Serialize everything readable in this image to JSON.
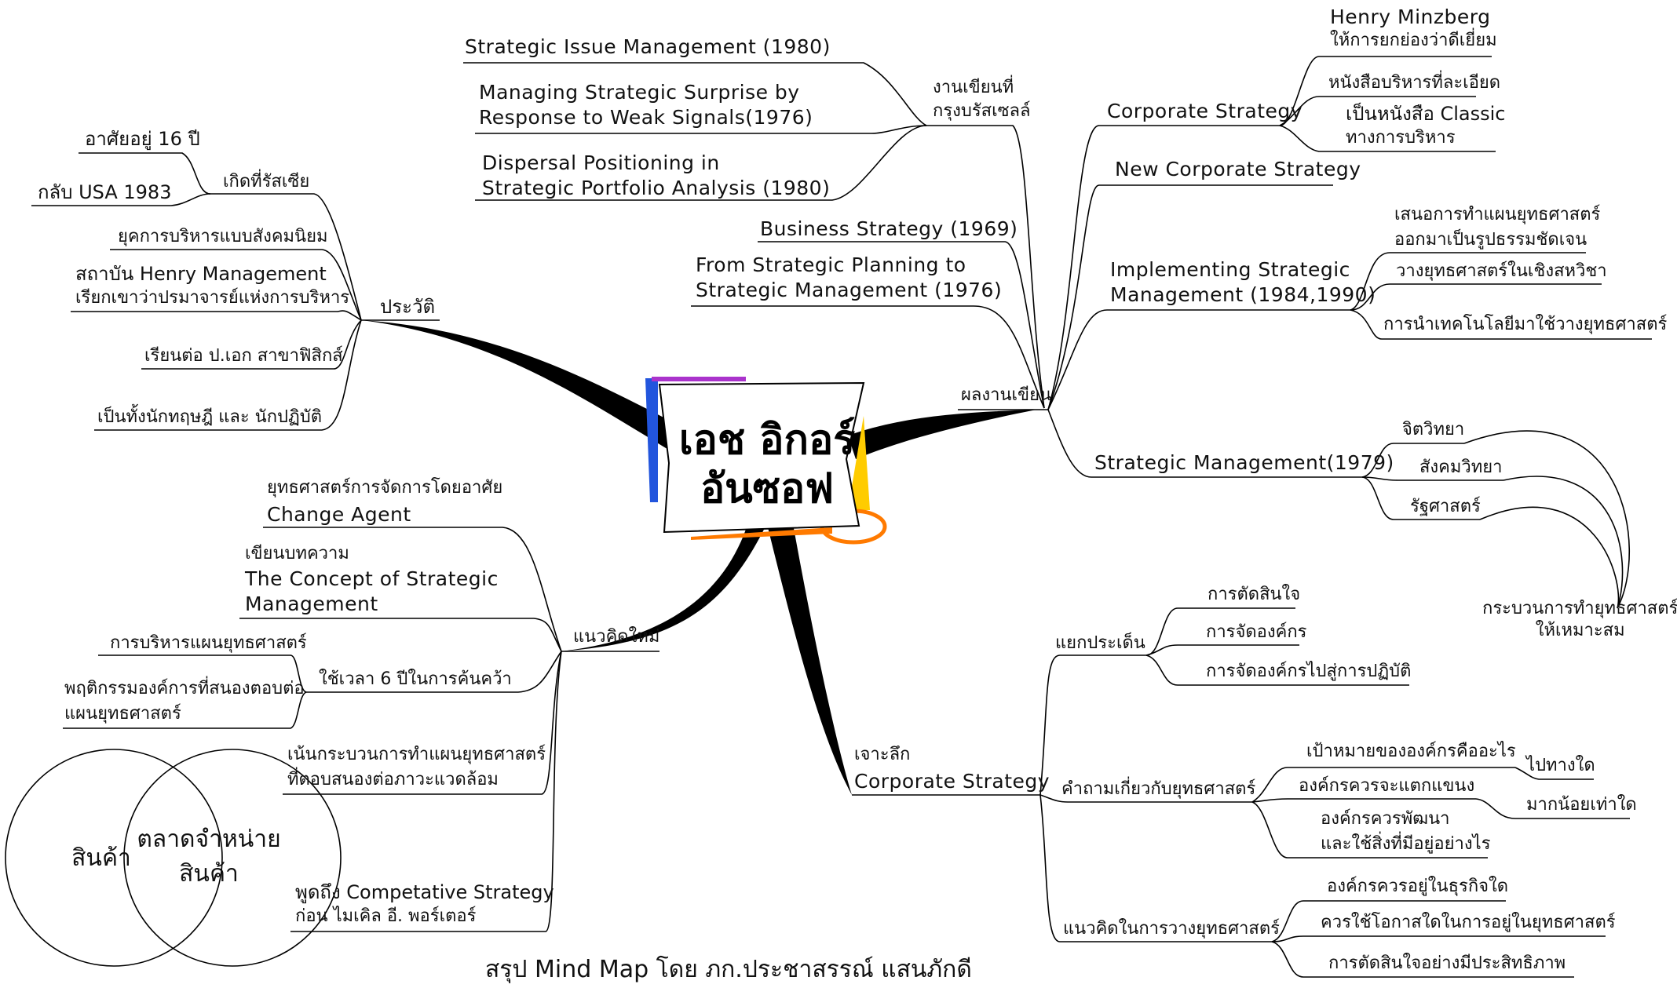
{
  "center": {
    "line1": "เอช อิกอร์",
    "line2": "อันซอฟ"
  },
  "footer": "สรุป Mind Map โดย ภก.ประชาสรรณ์ แสนภักดี",
  "colors": {
    "branch": "#000000",
    "blue": "#2255dd",
    "orange": "#ff7a00",
    "yellow": "#ffcc00",
    "purple": "#aa33cc"
  },
  "history": {
    "root": "ประวัติ",
    "born": "เกิดที่รัสเซีย",
    "lived16": "อาศัยอยู่ 16 ปี",
    "usa": "กลับ USA 1983",
    "era": "ยุคการบริหารแบบสังคมนิยม",
    "inst1": "สถาบัน Henry Management",
    "inst2": "เรียกเขาว่าปรมาจารย์แห่งการบริหาร",
    "phd": "เรียนต่อ ป.เอก สาขาฟิสิกส์",
    "both": "เป็นทั้งนักทฤษฎี และ นักปฏิบัติ"
  },
  "brussels": {
    "root1": "งานเขียนที่",
    "root2": "กรุงบรัสเซลล์",
    "sim": "Strategic Issue Management (1980)",
    "mss1": "Managing Strategic Surprise by",
    "mss2": "Response to Weak Signals(1976)",
    "dp1": "Dispersal Positioning in",
    "dp2": "Strategic Portfolio Analysis (1980)"
  },
  "works": {
    "root": "ผลงานเขียน",
    "bs": "Business Strategy (1969)",
    "fsp1": "From Strategic Planning to",
    "fsp2": "Strategic Management (1976)",
    "cs": "Corporate Strategy",
    "hm1": "Henry Minzberg",
    "hm2": "ให้การยกย่องว่าดีเยี่ยม",
    "detail": "หนังสือบริหารที่ละเอียด",
    "classic1": "เป็นหนังสือ Classic",
    "classic2": "ทางการบริหาร",
    "ncs": "New Corporate Strategy",
    "ism1": "Implementing Strategic",
    "ism2": "Management (1984,1990)",
    "ism_a1": "เสนอการทำแผนยุทธศาสตร์",
    "ism_a2": "ออกมาเป็นรูปธรรมชัดเจน",
    "ism_b": "วางยุทธศาสตร์ในเชิงสหวิชา",
    "ism_c": "การนำเทคโนโลยีมาใช้วางยุทธศาสตร์",
    "sm": "Strategic Management(1979)",
    "psy": "จิตวิทยา",
    "soc": "สังคมวิทยา",
    "pol": "รัฐศาสตร์",
    "proc1": "กระบวนการทำยุทธศาสตร์",
    "proc2": "ให้เหมาะสม"
  },
  "newidea": {
    "root": "แนวคิดใหม่",
    "ca1": "ยุทธศาสตร์การจัดการโดยอาศัย",
    "ca2": "Change Agent",
    "art1": "เขียนบทความ",
    "art2": "The Concept of Strategic",
    "art3": "Management",
    "sixyr": "ใช้เวลา 6 ปีในการค้นคว้า",
    "plan": "การบริหารแผนยุทธศาสตร์",
    "beh1": "พฤติกรรมองค์การที่สนองตอบต่อ",
    "beh2": "แผนยุทธศาสตร์",
    "env1": "เน้นกระบวนการทำแผนยุทธศาสตร์",
    "env2": "ที่ตอบสนองต่อภาวะแวดล้อม",
    "comp1": "พูดถึง Competative Strategy",
    "comp2": "ก่อน ไมเคิล อี. พอร์เตอร์"
  },
  "circles": {
    "left": "สินค้า",
    "right1": "ตลาดจำหน่าย",
    "right2": "สินค้า"
  },
  "deep": {
    "root1": "เจาะลึก",
    "root2": "Corporate Strategy",
    "split": "แยกประเด็น",
    "dec": "การตัดสินใจ",
    "org": "การจัดองค์กร",
    "impl": "การจัดองค์กรไปสู่การปฏิบัติ",
    "q": "คำถามเกี่ยวกับยุทธศาสตร์",
    "goal": "เป้าหมายขององค์กรคืออะไร",
    "where": "ไปทางใด",
    "branch": "องค์กรควรจะแตกแขนง",
    "how_much": "มากน้อยเท่าใด",
    "dev1": "องค์กรควรพัฒนา",
    "dev2": "และใช้สิ่งที่มีอยู่อย่างไร",
    "concept": "แนวคิดในการวางยุทธศาสตร์",
    "biz": "องค์กรควรอยู่ในธุรกิจใด",
    "opp": "ควรใช้โอกาสใดในการอยู่ในยุทธศาสตร์",
    "eff": "การตัดสินใจอย่างมีประสิทธิภาพ"
  }
}
